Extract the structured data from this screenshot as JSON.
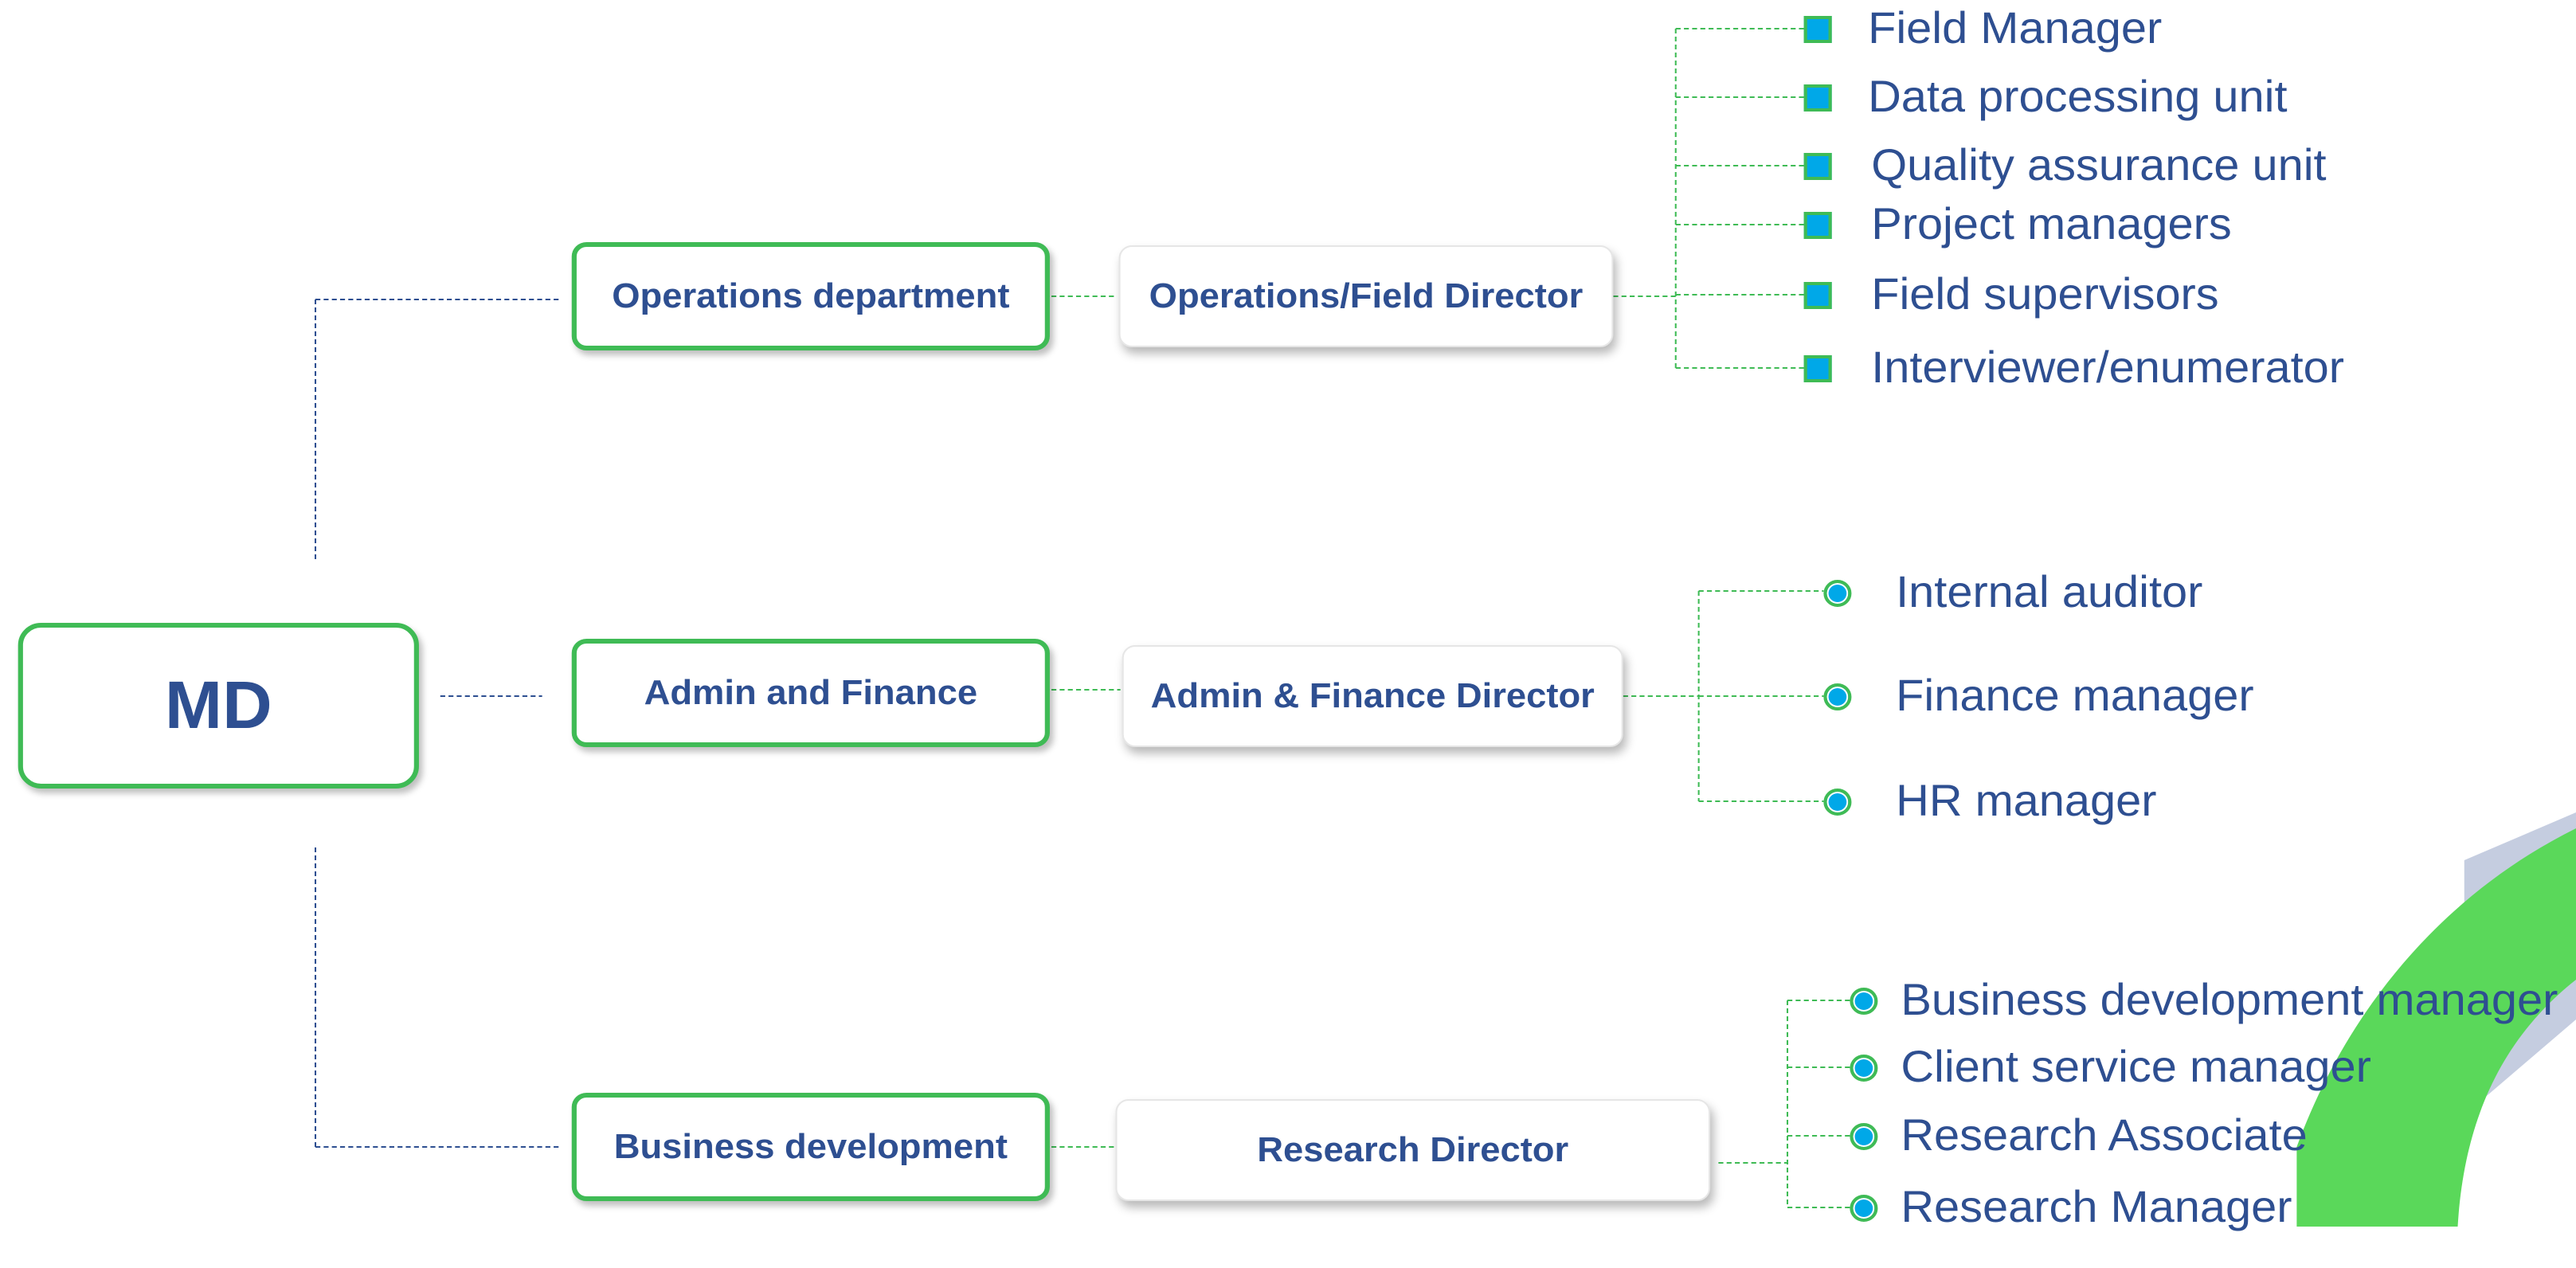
{
  "colors": {
    "title_text": "#2e4f91",
    "box_border": "#3fbb55",
    "connector_blue": "#2e4f91",
    "connector_green": "#3fbb55",
    "marker_fill": "#00a8e8",
    "logo_green": "#5ad85a",
    "logo_grey": "#c5cde0"
  },
  "root": {
    "label": "MD"
  },
  "departments": [
    {
      "label": "Operations department",
      "director": "Operations/Field Director",
      "marker": "square",
      "roles": [
        "Field Manager",
        "Data processing unit",
        "Quality assurance unit",
        "Project managers",
        "Field supervisors",
        "Interviewer/enumerator"
      ]
    },
    {
      "label": "Admin and Finance",
      "director": "Admin & Finance Director",
      "marker": "circle",
      "roles": [
        "Internal auditor",
        "Finance manager",
        "HR manager"
      ]
    },
    {
      "label": "Business development",
      "director": "Research Director",
      "marker": "circle",
      "roles": [
        "Business development manager",
        "Client service manager",
        "Research Associate",
        "Research Manager"
      ]
    }
  ],
  "icons": {
    "role_marker_square": "square-marker-icon",
    "role_marker_circle": "circle-marker-icon",
    "logo": "leaf-logo-icon"
  }
}
